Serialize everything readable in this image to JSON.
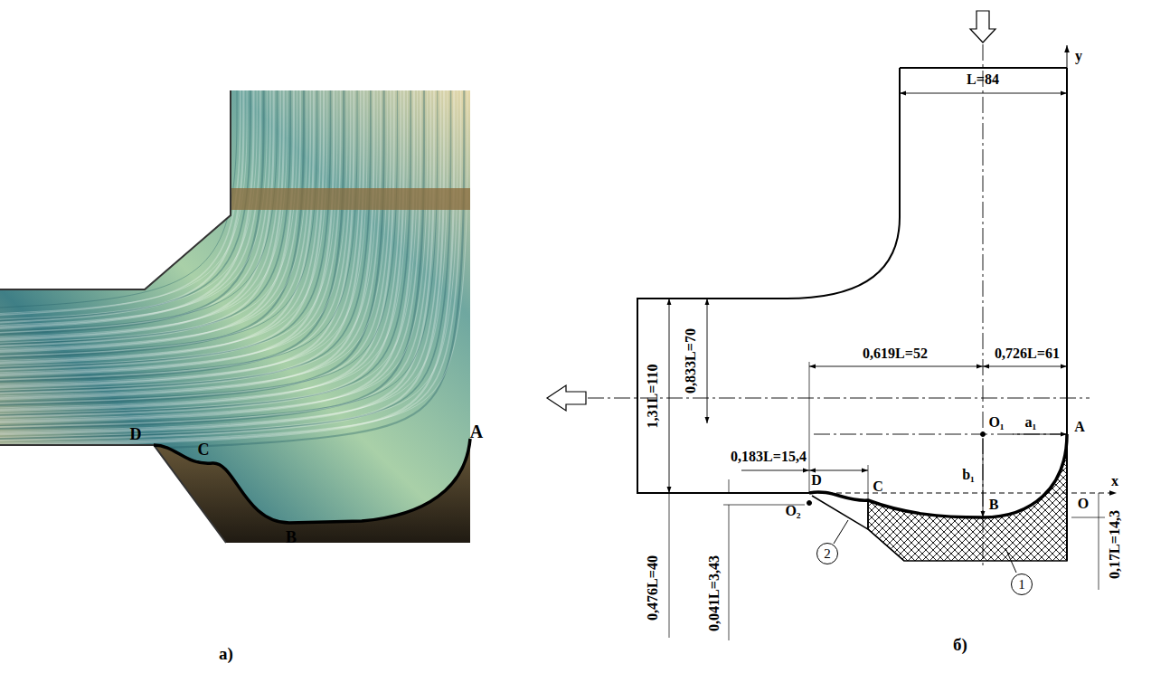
{
  "diagram": {
    "nodes": [
      {
        "text": [
          "2"
        ]
      },
      {
        "text": [
          "1"
        ]
      }
    ],
    "labels": [
      "A",
      "D",
      "C",
      "B",
      "а)",
      "L=84",
      "y",
      "1,31L=110",
      "0,833L=70",
      "0,619L=52",
      "0,726L=61",
      "O₁",
      "A",
      "a₁",
      "0,183L=15,4",
      "b₁",
      "D",
      "C",
      "O",
      "x",
      "B",
      "O₂",
      "0,476L=40",
      "0,041L=3,43",
      "0,17L=14,3",
      "б)"
    ]
  }
}
